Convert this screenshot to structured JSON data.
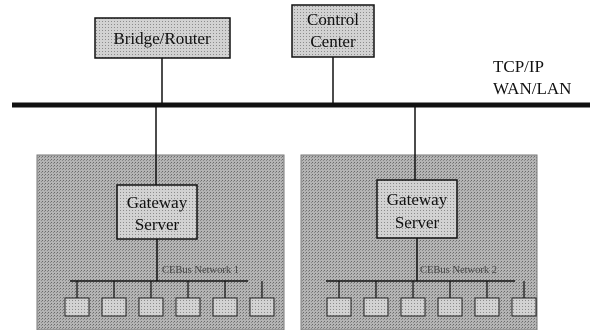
{
  "nodes": {
    "bridge_router": "Bridge/Router",
    "control_center": [
      "Control",
      "Center"
    ]
  },
  "backbone": {
    "label": [
      "TCP/IP",
      "WAN/LAN"
    ]
  },
  "subnets": [
    {
      "gateway": [
        "Gateway",
        "Server"
      ],
      "network_label": "CEBus Network 1",
      "device_count": 6
    },
    {
      "gateway": [
        "Gateway",
        "Server"
      ],
      "network_label": "CEBus Network 2",
      "device_count": 6
    }
  ],
  "colors": {
    "line": "#111111",
    "box_fill": "#c9c9c9",
    "subnet_fill": "#a9a9a9",
    "device_fill": "#b9b9b9"
  }
}
